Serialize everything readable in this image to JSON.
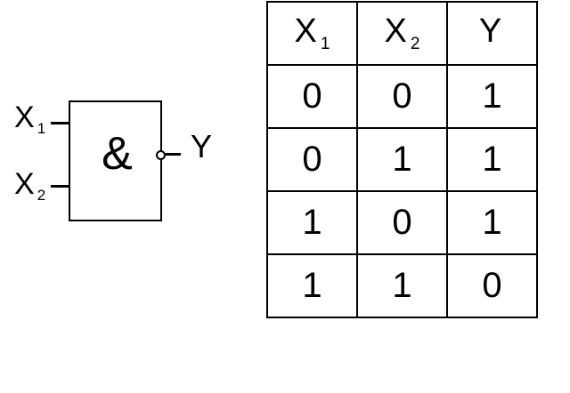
{
  "diagram": {
    "gate_symbol": "&",
    "gate_type": "nand",
    "inputs": [
      {
        "label": "X",
        "subscript": "1"
      },
      {
        "label": "X",
        "subscript": "2"
      }
    ],
    "output_label": "Y"
  },
  "truth_table": {
    "headers": [
      {
        "label": "X",
        "subscript": "1"
      },
      {
        "label": "X",
        "subscript": "2"
      },
      {
        "label": "Y",
        "subscript": ""
      }
    ],
    "rows": [
      [
        "0",
        "0",
        "1"
      ],
      [
        "0",
        "1",
        "1"
      ],
      [
        "1",
        "0",
        "1"
      ],
      [
        "1",
        "1",
        "0"
      ]
    ]
  },
  "colors": {
    "line": "#000000",
    "background": "#ffffff"
  }
}
